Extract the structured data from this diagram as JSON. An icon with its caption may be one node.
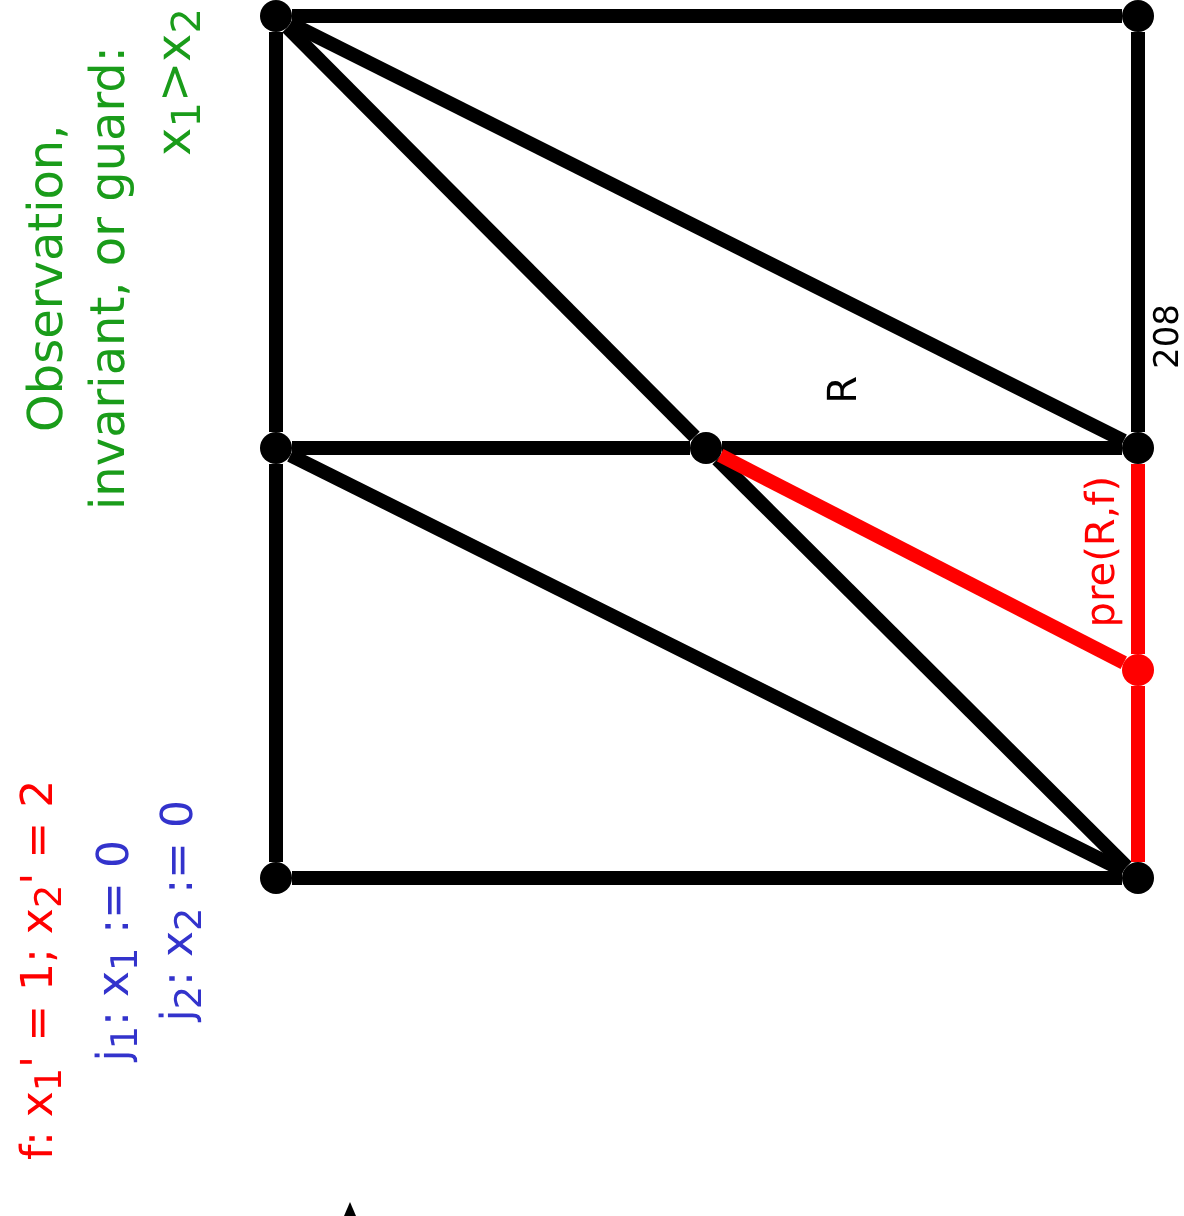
{
  "diagram": {
    "nodes": [
      {
        "text": [],
        "shape": "circle"
      },
      {
        "text": [],
        "shape": "circle"
      },
      {
        "text": [],
        "shape": "circle"
      },
      {
        "text": [],
        "shape": "circle"
      },
      {
        "text": [],
        "shape": "circle"
      },
      {
        "text": [],
        "shape": "circle"
      },
      {
        "text": [],
        "shape": "circle"
      },
      {
        "text": [],
        "shape": "circle"
      }
    ],
    "edges": [
      {
        "from": 0,
        "to": 1,
        "arrow": "none"
      },
      {
        "from": 0,
        "to": 2,
        "arrow": "none"
      },
      {
        "from": 0,
        "to": 3,
        "arrow": "none"
      },
      {
        "from": 0,
        "to": 4,
        "arrow": "none"
      },
      {
        "from": 1,
        "to": 4,
        "arrow": "none"
      },
      {
        "from": 2,
        "to": 3,
        "arrow": "none"
      },
      {
        "from": 3,
        "to": 4,
        "arrow": "none",
        "label": "R"
      },
      {
        "from": 2,
        "to": 6,
        "arrow": "none"
      },
      {
        "from": 2,
        "to": 7,
        "arrow": "none"
      },
      {
        "from": 3,
        "to": 7,
        "arrow": "none"
      },
      {
        "from": 3,
        "to": 5,
        "arrow": "none",
        "color": "#ff0000"
      },
      {
        "from": 4,
        "to": 5,
        "arrow": "none",
        "color": "#ff0000",
        "label": "pre(R,f)"
      },
      {
        "from": 5,
        "to": 7,
        "arrow": "none",
        "color": "#ff0000"
      },
      {
        "from": 6,
        "to": 7,
        "arrow": "none"
      }
    ],
    "labels": [
      "Observation, invariant, or guard:",
      "x$_{1}$>x$_{2}$",
      "208",
      "f: x$_{1}$' = 1; x$_{2}$' = 2",
      "j$_{1}$: x$_{1}$ := 0",
      "j$_{2}$: x$_{2}$ := 0"
    ]
  }
}
